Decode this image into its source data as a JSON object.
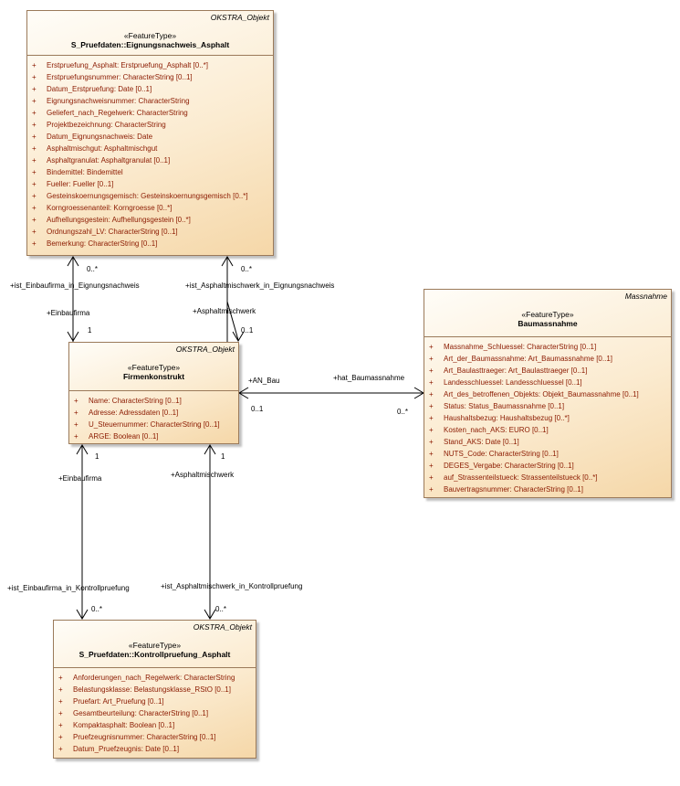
{
  "classes": {
    "eignung": {
      "parent": "OKSTRA_Objekt",
      "stereotype": "«FeatureType»",
      "name": "S_Pruefdaten::Eignungsnachweis_Asphalt",
      "attributes": [
        "Erstpruefung_Asphalt: Erstpruefung_Asphalt [0..*]",
        "Erstpruefungsnummer: CharacterString [0..1]",
        "Datum_Erstpruefung: Date [0..1]",
        "Eignungsnachweisnummer: CharacterString",
        "Geliefert_nach_Regelwerk: CharacterString",
        "Projektbezeichnung: CharacterString",
        "Datum_Eignungsnachweis: Date",
        "Asphaltmischgut: Asphaltmischgut",
        "Asphaltgranulat: Asphaltgranulat [0..1]",
        "Bindemittel: Bindemittel",
        "Fueller: Fueller [0..1]",
        "Gesteinskoernungsgemisch: Gesteinskoernungsgemisch [0..*]",
        "Korngroessenanteil: Korngroesse [0..*]",
        "Aufhellungsgestein: Aufhellungsgestein [0..*]",
        "Ordnungszahl_LV: CharacterString [0..1]",
        "Bemerkung: CharacterString [0..1]"
      ]
    },
    "firmen": {
      "parent": "OKSTRA_Objekt",
      "stereotype": "«FeatureType»",
      "name": "Firmenkonstrukt",
      "attributes": [
        "Name: CharacterString [0..1]",
        "Adresse: Adressdaten [0..1]",
        "U_Steuernummer: CharacterString [0..1]",
        "ARGE: Boolean [0..1]"
      ]
    },
    "bau": {
      "parent": "Massnahme",
      "stereotype": "«FeatureType»",
      "name": "Baumassnahme",
      "attributes": [
        "Massnahme_Schluessel: CharacterString [0..1]",
        "Art_der_Baumassnahme: Art_Baumassnahme [0..1]",
        "Art_Baulasttraeger: Art_Baulasttraeger [0..1]",
        "Landesschluessel: Landesschluessel [0..1]",
        "Art_des_betroffenen_Objekts: Objekt_Baumassnahme [0..1]",
        "Status: Status_Baumassnahme [0..1]",
        "Haushaltsbezug: Haushaltsbezug [0..*]",
        "Kosten_nach_AKS: EURO [0..1]",
        "Stand_AKS: Date [0..1]",
        "NUTS_Code: CharacterString [0..1]",
        "DEGES_Vergabe: CharacterString [0..1]",
        "auf_Strassenteilstueck: Strassenteilstueck [0..*]",
        "Bauvertragsnummer: CharacterString [0..1]"
      ]
    },
    "kontroll": {
      "parent": "OKSTRA_Objekt",
      "stereotype": "«FeatureType»",
      "name": "S_Pruefdaten::Kontrollpruefung_Asphalt",
      "attributes": [
        "Anforderungen_nach_Regelwerk: CharacterString",
        "Belastungsklasse: Belastungsklasse_RStO [0..1]",
        "Pruefart: Art_Pruefung [0..1]",
        "Gesamtbeurteilung: CharacterString [0..1]",
        "Kompaktasphalt: Boolean [0..1]",
        "Pruefzeugnisnummer: CharacterString [0..1]",
        "Datum_Pruefzeugnis: Date [0..1]"
      ]
    }
  },
  "attribute_visibility": "+",
  "associations": {
    "einbau_eignung": {
      "role_target": "+ist_Einbaufirma_in_Eignungsnachweis",
      "mult_target": "0..*",
      "role_source": "+Einbaufirma",
      "mult_source": "1"
    },
    "asphalt_eignung": {
      "role_target": "+ist_Asphaltmischwerk_in_Eignungsnachweis",
      "mult_target": "0..*",
      "role_source": "+Asphaltmischwerk",
      "mult_source": "0..1"
    },
    "bau": {
      "role_source": "+AN_Bau",
      "mult_source": "0..1",
      "role_target": "+hat_Baumassnahme",
      "mult_target": "0..*"
    },
    "einbau_kontroll": {
      "role_source": "+Einbaufirma",
      "mult_source": "1",
      "role_target": "+ist_Einbaufirma_in_Kontrollpruefung",
      "mult_target": "0..*"
    },
    "asphalt_kontroll": {
      "role_source": "+Asphaltmischwerk",
      "mult_source": "1",
      "role_target": "+ist_Asphaltmischwerk_in_Kontrollpruefung",
      "mult_target": "0..*"
    }
  },
  "colors": {
    "class_fill": "#f5d7a8",
    "class_border": "#9b7a5a",
    "attribute_text": "#8b1a00",
    "line": "#000000"
  }
}
